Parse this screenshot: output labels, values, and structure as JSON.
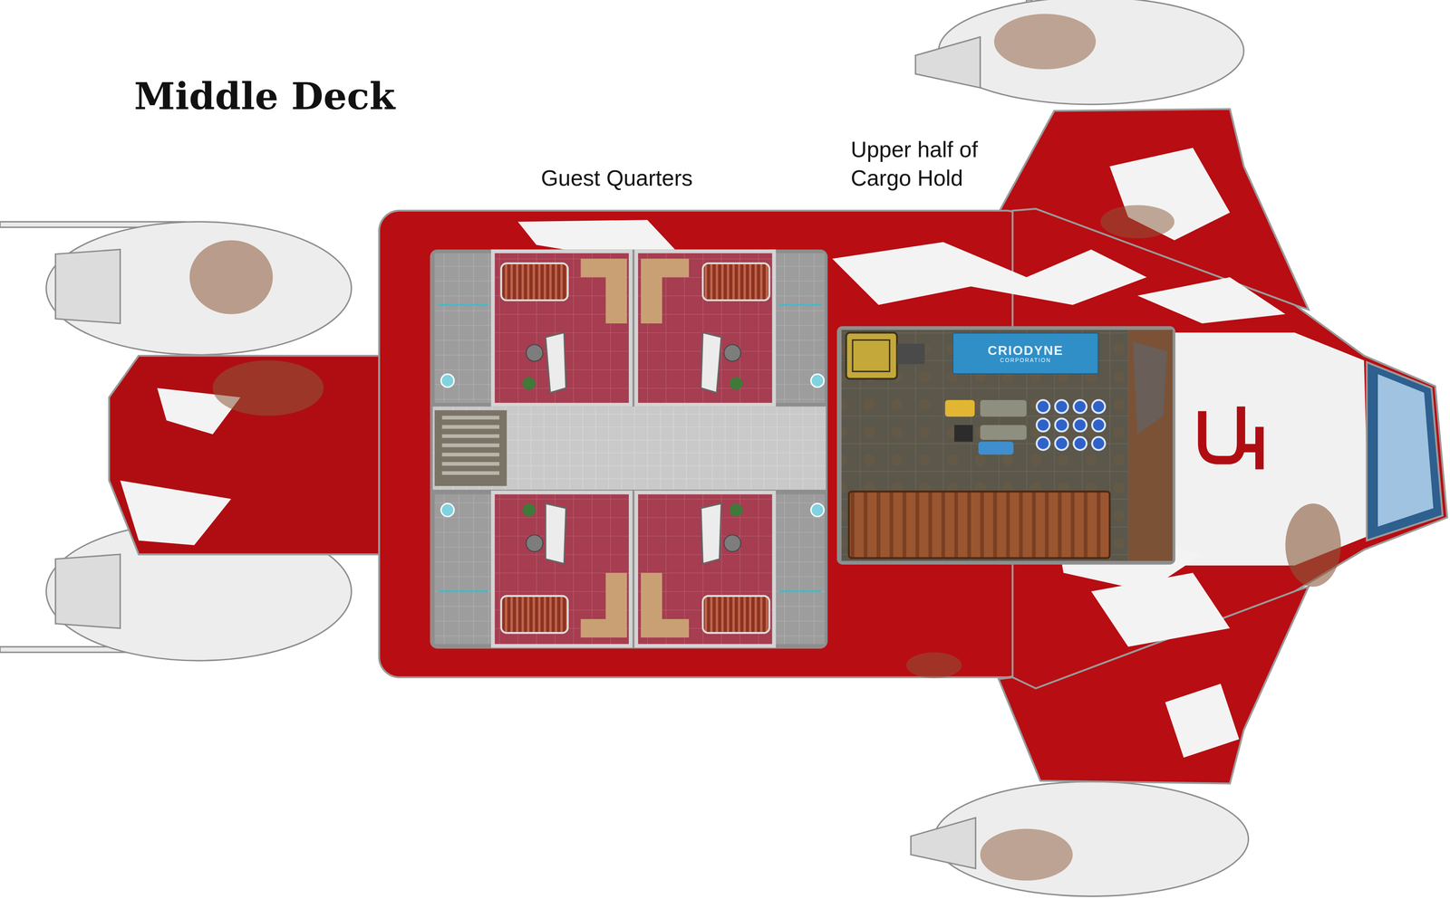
{
  "diagram": {
    "title": "Middle Deck",
    "nodes": [
      {
        "text": [
          "CRIODYNE",
          "CORPORATION"
        ]
      }
    ],
    "labels": [
      "Guest Quarters",
      "Upper half of Cargo Hold"
    ]
  }
}
